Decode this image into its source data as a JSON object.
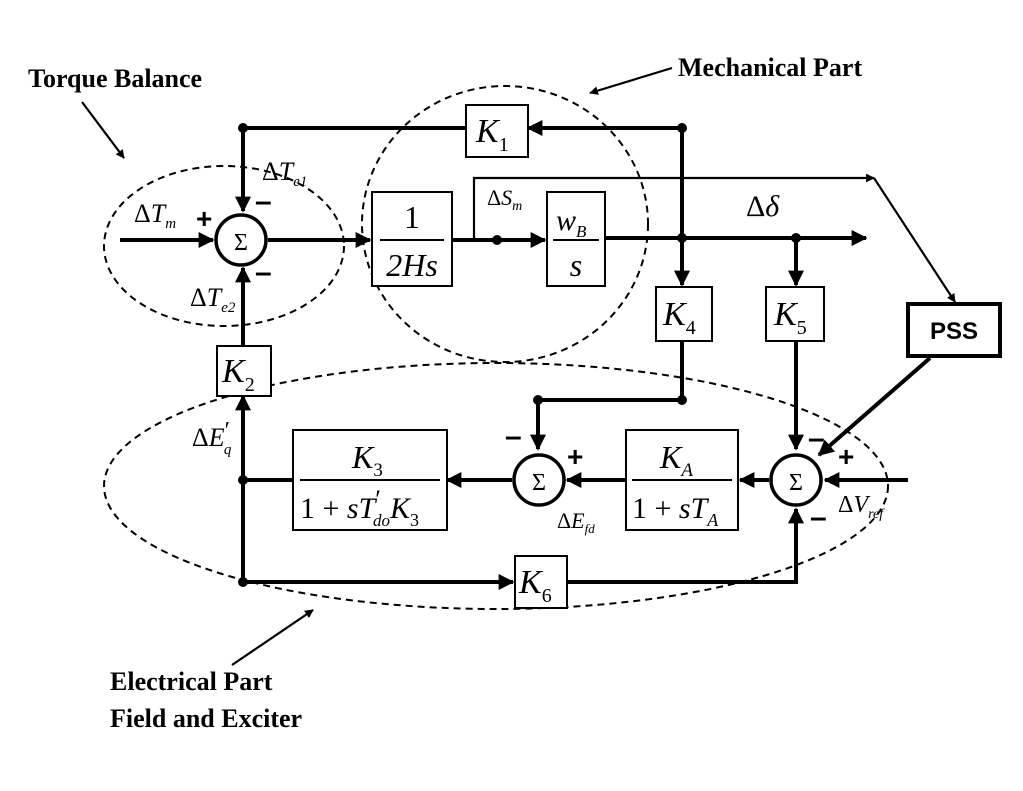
{
  "regions": {
    "torque_balance": "Torque Balance",
    "mechanical_part": "Mechanical Part",
    "electrical_part_line1": "Electrical Part",
    "electrical_part_line2": "Field and Exciter"
  },
  "blocks": {
    "k1": {
      "letter": "K",
      "sub": "1"
    },
    "k2": {
      "letter": "K",
      "sub": "2"
    },
    "k4": {
      "letter": "K",
      "sub": "4"
    },
    "k5": {
      "letter": "K",
      "sub": "5"
    },
    "k6": {
      "letter": "K",
      "sub": "6"
    },
    "inertia": {
      "num": "1",
      "den": "2Hs"
    },
    "speed": {
      "num_letter": "w",
      "num_sub": "B",
      "den": "s"
    },
    "field": {
      "num_letter": "K",
      "num_sub": "3",
      "den_a": "1 + ",
      "den_s": "sT",
      "den_prime": "′",
      "den_sub": "do",
      "den_k": "K",
      "den_ksub": "3"
    },
    "exciter": {
      "num_letter": "K",
      "num_sub": "A",
      "den_a": "1 + ",
      "den_s": "sT",
      "den_sub": "A"
    },
    "pss": "PSS"
  },
  "summers": {
    "symbol": "Σ"
  },
  "signals": {
    "delta": "Δ",
    "tm": {
      "letter": "T",
      "sub": "m"
    },
    "te1": {
      "letter": "T",
      "sub": "e1"
    },
    "te2": {
      "letter": "T",
      "sub": "e2"
    },
    "sm": {
      "letter": "S",
      "sub": "m"
    },
    "angle": "δ",
    "eq": {
      "letter": "E",
      "prime": "′",
      "sub": "q"
    },
    "efd": {
      "letter": "E",
      "sub": "fd"
    },
    "vref": {
      "letter": "V",
      "sub": "ref"
    }
  },
  "signs": {
    "plus": "+",
    "minus": "–"
  }
}
